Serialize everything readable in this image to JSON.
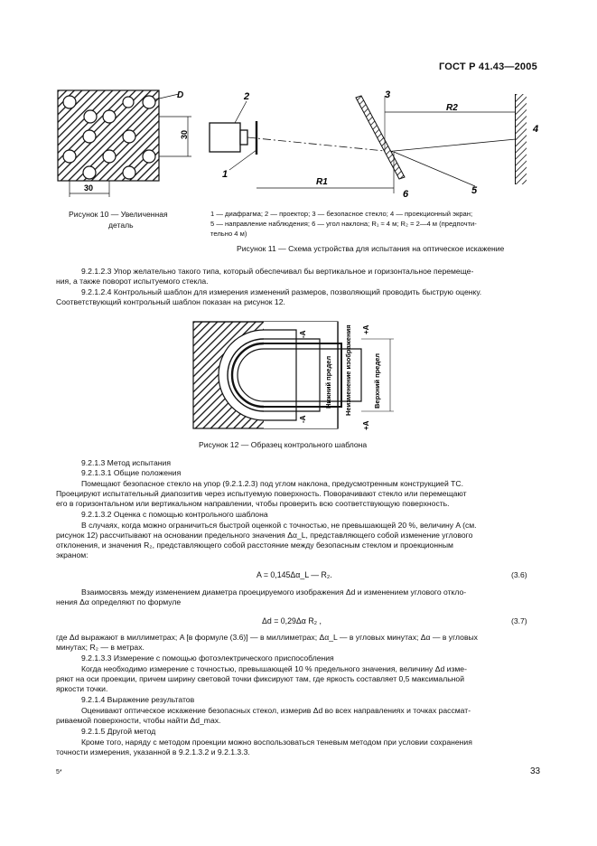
{
  "header": {
    "doc_id": "ГОСТ Р 41.43—2005"
  },
  "fig10": {
    "label_d": "D",
    "dim_30_v": "30",
    "dim_30_h": "30",
    "caption_line1": "Рисунок 10 — Увеличенная",
    "caption_line2": "деталь"
  },
  "fig11": {
    "n1": "1",
    "n2": "2",
    "n3": "3",
    "n4": "4",
    "n5": "5",
    "n6": "6",
    "r1": "R1",
    "r2": "R2",
    "legend_line1": "1 — диафрагма; 2 — проектор; 3 — безопасное стекло; 4 — проекционный экран;",
    "legend_line2": "5 — направление наблюдения; 6 — угол наклона; R₁ ≈ 4 м; R₂ = 2—4 м (предпочти-",
    "legend_line3": "тельно 4 м)",
    "caption": "Рисунок 11 — Схема устройства для испытания на оптическое искажение"
  },
  "fig12": {
    "minus_a_top": "-A",
    "plus_a_top": "+A",
    "minus_a_bottom": "-A",
    "plus_a_bottom": "+A",
    "lower_limit": "Нижний предел",
    "no_change": "Неизменение изображения",
    "upper_limit": "Верхний предел",
    "caption": "Рисунок 12 — Образец контрольного шаблона"
  },
  "body": {
    "p1": "9.2.1.2.3 Упор желательно такого типа, который обеспечивал бы вертикальное и горизонтальное перемеще-",
    "p1b": "ния, а также поворот испытуемого стекла.",
    "p2": "9.2.1.2.4 Контрольный шаблон для измерения изменений размеров, позволяющий проводить быструю оценку.",
    "p2b": "Соответствующий контрольный шаблон показан на рисунок 12.",
    "s1": "9.2.1.3 Метод испытания",
    "s2": "9.2.1.3.1 Общие положения",
    "p3a": "Помещают безопасное стекло на упор (9.2.1.2.3) под углом наклона, предусмотренным конструкцией ТС.",
    "p3b": "Проецируют испытательный диапозитив через испытуемую поверхность. Поворачивают стекло или перемещают",
    "p3c": "его в горизонтальном или вертикальном направлении, чтобы проверить всю соответствующую поверхность.",
    "s3": "9.2.1.3.2 Оценка с помощью контрольного шаблона",
    "p4a": "В случаях, когда можно ограничиться быстрой оценкой с точностью, не превышающей 20 %, величину A (см.",
    "p4b": "рисунок 12) рассчитывают на основании предельного значения Δα_L, представляющего собой изменение углового",
    "p4c": "отклонения, и значения R₂, представляющего собой расстояние между безопасным стеклом и проекционным",
    "p4d": "экраном:",
    "formula1": "A = 0,145Δα_L — R₂.",
    "fnum1": "(3.6)",
    "p5a": "Взаимосвязь между изменением диаметра проецируемого изображения Δd и изменением углового откло-",
    "p5b": "нения Δα определяют по формуле",
    "formula2": "Δd = 0,29Δα R₂ ,",
    "fnum2": "(3.7)",
    "p6a": "где Δd выражают в миллиметрах; A [в формуле (3.6)] — в миллиметрах; Δα_L — в угловых минутах; Δα — в угловых",
    "p6b": "минутах; R₂ — в метрах.",
    "s4": "9.2.1.3.3 Измерение с помощью фотоэлектрического приспособления",
    "p7a": "Когда необходимо измерение с точностью, превышающей 10 % предельного значения, величину Δd изме-",
    "p7b": "ряют на оси проекции, причем ширину световой точки фиксируют там, где яркость составляет 0,5 максимальной",
    "p7c": "яркости точки.",
    "s5": "9.2.1.4 Выражение результатов",
    "p8a": "Оценивают оптическое искажение безопасных стекол, измерив Δd во всех направлениях и точках рассмат-",
    "p8b": "риваемой поверхности, чтобы найти Δd_max.",
    "s6": "9.2.1.5 Другой метод",
    "p9a": "Кроме того, наряду с методом проекции можно воспользоваться теневым методом при условии сохранения",
    "p9b": "точности измерения, указанной в 9.2.1.3.2 и 9.2.1.3.3."
  },
  "footer": {
    "left_mark": "5*",
    "page_number": "33"
  }
}
